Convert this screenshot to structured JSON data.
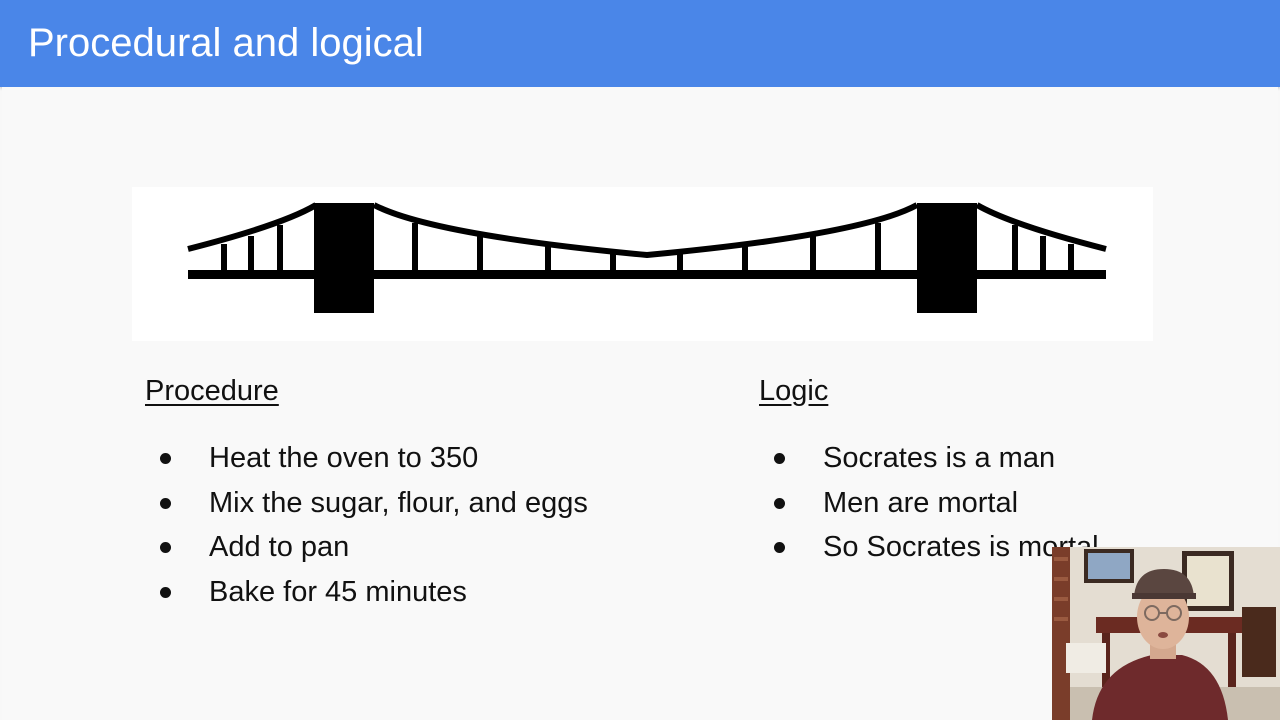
{
  "slide": {
    "title": "Procedural and logical"
  },
  "image": {
    "icon": "suspension-bridge-icon"
  },
  "procedure": {
    "heading": "Procedure",
    "items": [
      "Heat the oven to 350",
      "Mix the sugar, flour, and eggs",
      "Add to pan",
      "Bake for 45 minutes"
    ]
  },
  "logic": {
    "heading": "Logic",
    "items": [
      "Socrates is a man",
      "Men are mortal",
      "So Socrates is mortal"
    ]
  },
  "colors": {
    "header": "#4a86e8",
    "title_text": "#ffffff",
    "background": "#f9f9f9"
  }
}
